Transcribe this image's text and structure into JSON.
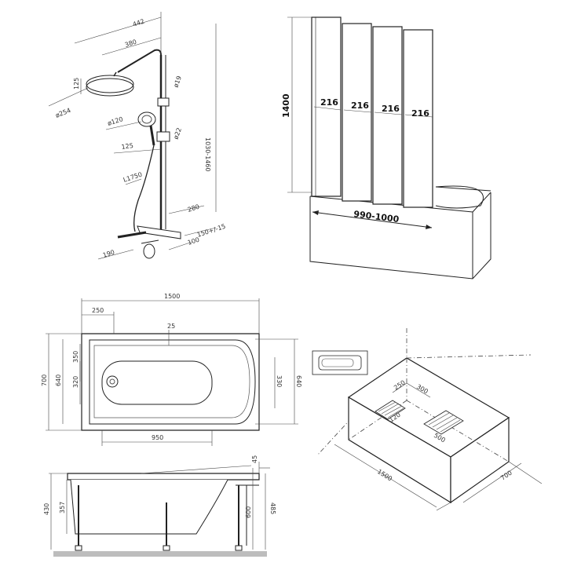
{
  "shower_set": {
    "dimensions": [
      "442",
      "380",
      "125",
      "ø19",
      "ø254",
      "ø120",
      "ø22",
      "125",
      "L1750",
      "1030-1460",
      "280",
      "150+/-15",
      "100",
      "190"
    ]
  },
  "screen": {
    "height": "1400",
    "panels": [
      "216",
      "216",
      "216",
      "216"
    ],
    "width": "990-1000"
  },
  "plan": {
    "length": "1500",
    "offset_top": "250",
    "rim": "25",
    "width": "700",
    "inner_left": "640",
    "left_a": "350",
    "left_b": "320",
    "right_a": "330",
    "right_b": "640",
    "bottom": "950"
  },
  "install": {
    "d250": "250",
    "d300": "300",
    "d120": "120",
    "d500": "500",
    "length": "1500",
    "width": "700"
  },
  "side": {
    "d45": "45",
    "d430": "430",
    "d357": "357",
    "d600": "600",
    "d485": "485"
  }
}
